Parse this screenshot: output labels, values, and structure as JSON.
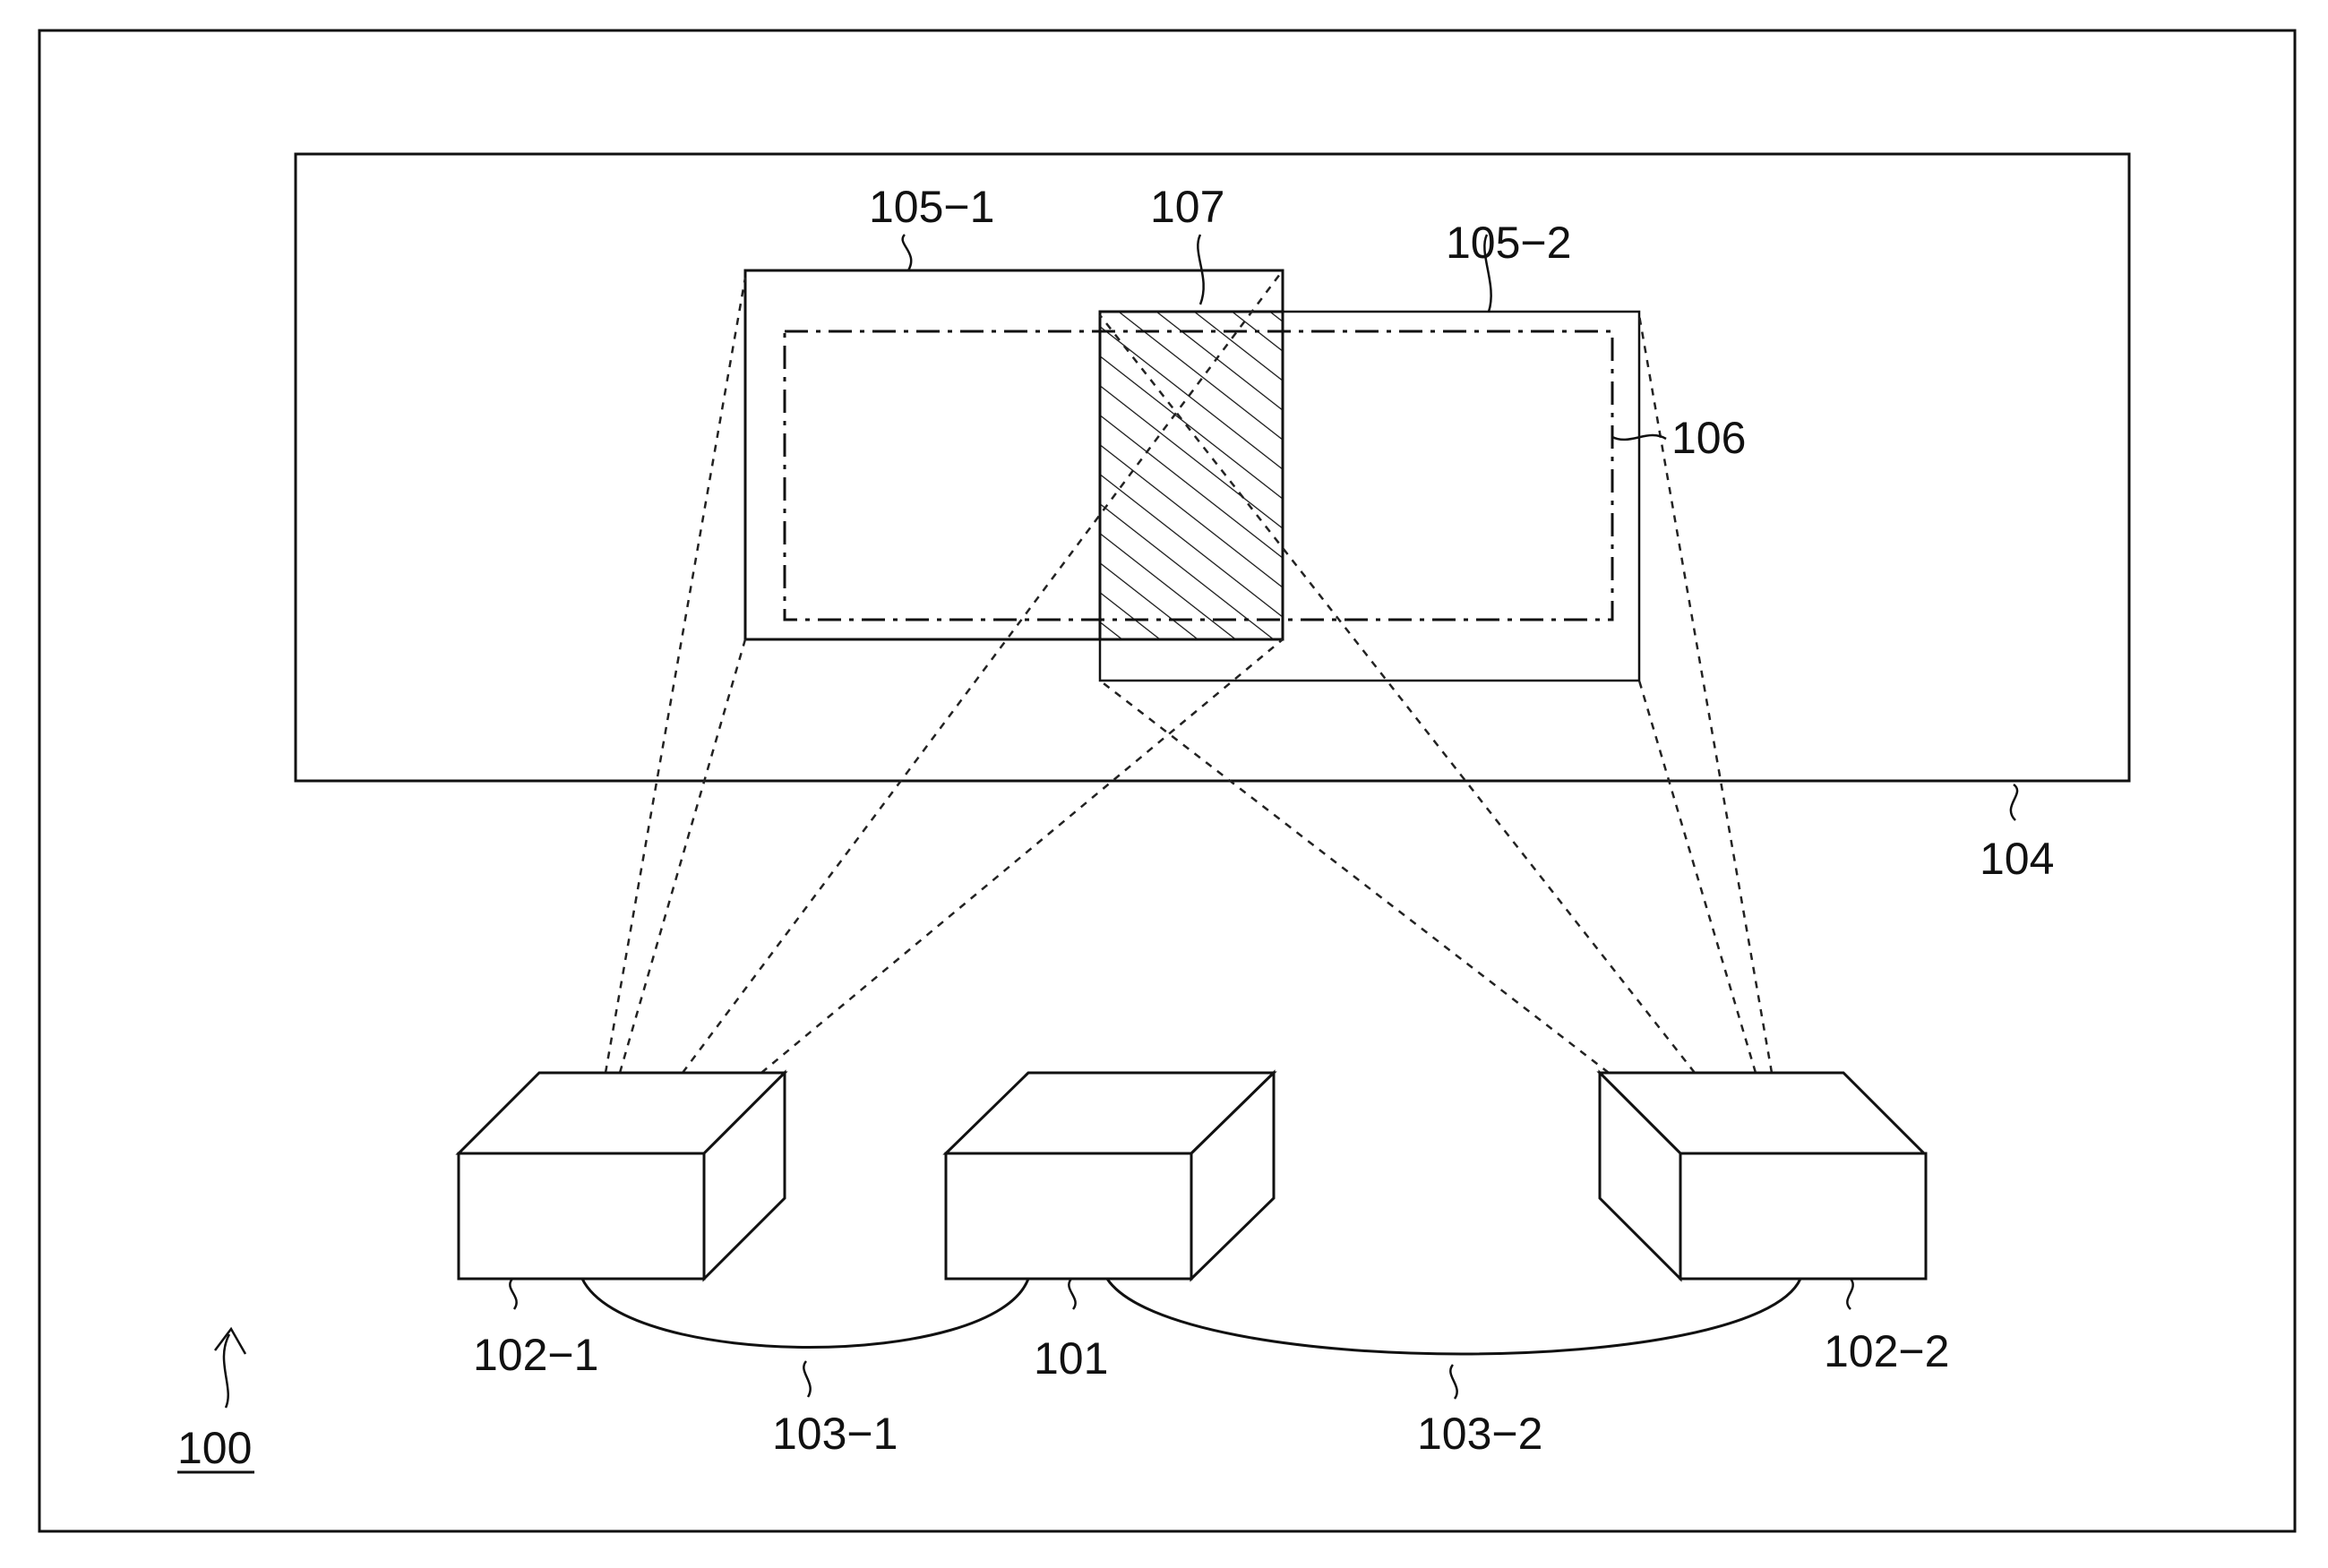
{
  "labels": {
    "system": "100",
    "controller": "101",
    "projector_1": "102−1",
    "projector_2": "102−2",
    "cable_1": "103−1",
    "cable_2": "103−2",
    "screen": "104",
    "projection_area_1": "105−1",
    "projection_area_2": "105−2",
    "combined_area": "106",
    "overlap_area": "107"
  },
  "colors": {
    "line": "#111111",
    "background": "#ffffff"
  }
}
